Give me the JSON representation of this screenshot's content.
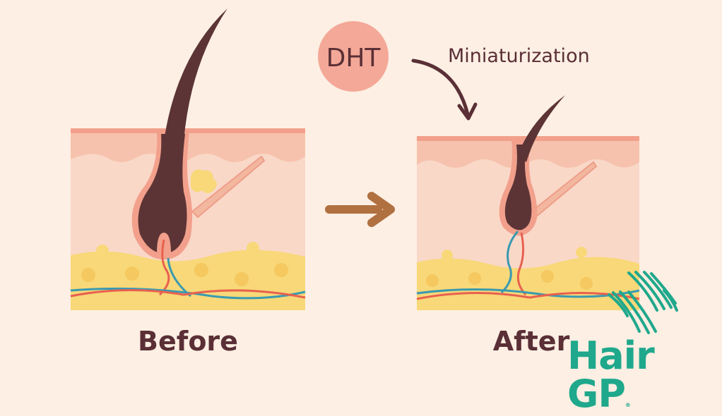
{
  "labels": {
    "before": "Before",
    "after": "After",
    "dht": "DHT",
    "process": "Miniaturization"
  },
  "logo": {
    "text": "Hair GP",
    "mark": "®"
  },
  "colors": {
    "background": "#fdefe3",
    "skin": "#f9d5c4",
    "epidermis": "#f6b7a1",
    "fat": "#f8d878",
    "hair": "#5c3435",
    "vein": "#3a9ab0",
    "artery": "#e8604f",
    "arrow": "#b07040",
    "dht_circle": "#f4a898",
    "brand": "#1fa88c"
  }
}
